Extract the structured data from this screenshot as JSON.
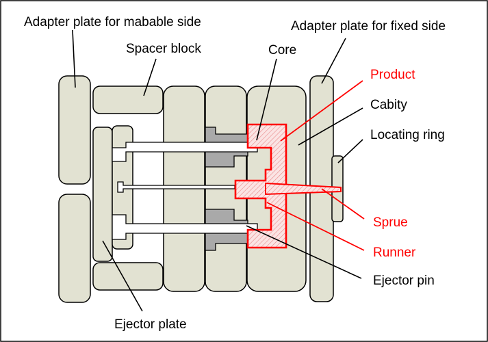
{
  "labels": {
    "adapter_movable": "Adapter plate for mabable side",
    "adapter_fixed": "Adapter plate for fixed side",
    "spacer_block": "Spacer block",
    "core": "Core",
    "product": "Product",
    "cavity": "Cabity",
    "locating_ring": "Locating ring",
    "sprue": "Sprue",
    "runner": "Runner",
    "ejector_pin": "Ejector pin",
    "ejector_plate": "Ejector plate"
  },
  "colors": {
    "plate_fill": "#e2e2d2",
    "outline": "#000000",
    "core_fill": "#a9a9a9",
    "product_red": "#ff0000",
    "hatch": "#f4c4c4",
    "text_black": "#000000",
    "text_red": "#ff0000"
  }
}
